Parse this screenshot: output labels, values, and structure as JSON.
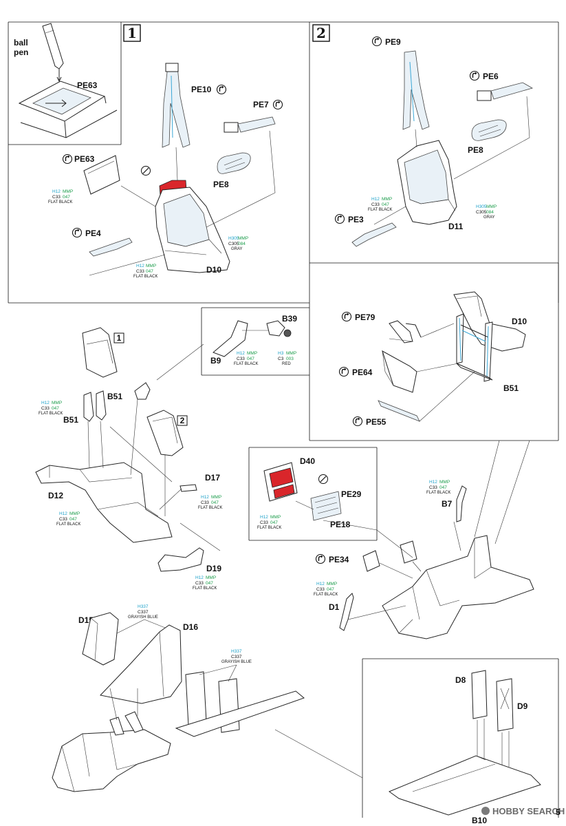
{
  "steps": {
    "step1": "1",
    "step2": "2",
    "inline_ref1": "1",
    "inline_ref2": "2"
  },
  "inset": {
    "line1": "ball",
    "line2": "pen",
    "part": "PE63"
  },
  "parts": {
    "pe63": "PE63",
    "pe10": "PE10",
    "pe7": "PE7",
    "pe8a": "PE8",
    "pe4": "PE4",
    "d10a": "D10",
    "pe9": "PE9",
    "pe6": "PE6",
    "pe8b": "PE8",
    "pe3": "PE3",
    "d11": "D11",
    "b39": "B39",
    "b9": "B9",
    "b51a": "B51",
    "b51b": "B51",
    "d12": "D12",
    "d17": "D17",
    "d19": "D19",
    "pe79": "PE79",
    "d10b": "D10",
    "pe64": "PE64",
    "b51c": "B51",
    "pe55": "PE55",
    "d40": "D40",
    "pe29": "PE29",
    "pe18": "PE18",
    "b7": "B7",
    "pe34": "PE34",
    "d1": "D1",
    "d15": "D15",
    "d16": "D16",
    "d8": "D8",
    "d9": "D9",
    "b10": "B10"
  },
  "colors": {
    "flat_black": {
      "h": "H12",
      "mmp": "MMP",
      "c": "C33",
      "m": "047",
      "name": "FLAT BLACK"
    },
    "gray": {
      "h": "H305",
      "mmp": "MMP",
      "c": "C305",
      "m": "084",
      "name": "GRAY"
    },
    "red": {
      "h": "H3",
      "mmp": "MMP",
      "c": "C3",
      "m": "003",
      "name": "RED"
    },
    "grayish_blue": {
      "h": "H337",
      "c": "C337",
      "name": "GRAYISH BLUE"
    }
  },
  "watermark": "HOBBY SEARCH",
  "page_number": "5",
  "palette": {
    "ink": "#222222",
    "accent_red": "#d9262b",
    "hobby_code": "#1aa0c8",
    "mmp_code": "#1a9c4a"
  }
}
